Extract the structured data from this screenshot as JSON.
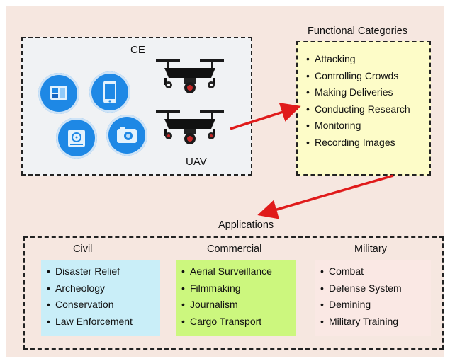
{
  "ce": {
    "label": "CE",
    "uav_label": "UAV",
    "devices": [
      {
        "icon": "tablet-icon"
      },
      {
        "icon": "smartphone-icon"
      },
      {
        "icon": "hard-drive-icon"
      },
      {
        "icon": "camera-icon"
      }
    ],
    "drones": [
      {
        "icon": "drone-icon"
      },
      {
        "icon": "drone-icon"
      }
    ]
  },
  "functional": {
    "title": "Functional Categories",
    "items": [
      "Attacking",
      "Controlling Crowds",
      "Making Deliveries",
      "Conducting Research",
      "Monitoring",
      "Recording Images"
    ]
  },
  "applications": {
    "title": "Applications",
    "civil": {
      "title": "Civil",
      "items": [
        "Disaster Relief",
        "Archeology",
        "Conservation",
        "Law Enforcement"
      ]
    },
    "commercial": {
      "title": "Commercial",
      "items": [
        "Aerial Surveillance",
        "Filmmaking",
        "Journalism",
        "Cargo Transport"
      ]
    },
    "military": {
      "title": "Military",
      "items": [
        "Combat",
        "Defense System",
        "Demining",
        "Military Training"
      ]
    }
  },
  "colors": {
    "background": "#f6e7e0",
    "ce_box": "#f0f2f4",
    "functional_box": "#fdfcc8",
    "civil_box": "#c9eef8",
    "commercial_box": "#ccf77e",
    "military_box": "#fae8e4",
    "arrow": "#e01b1b",
    "icon_blue": "#1e88e5"
  }
}
